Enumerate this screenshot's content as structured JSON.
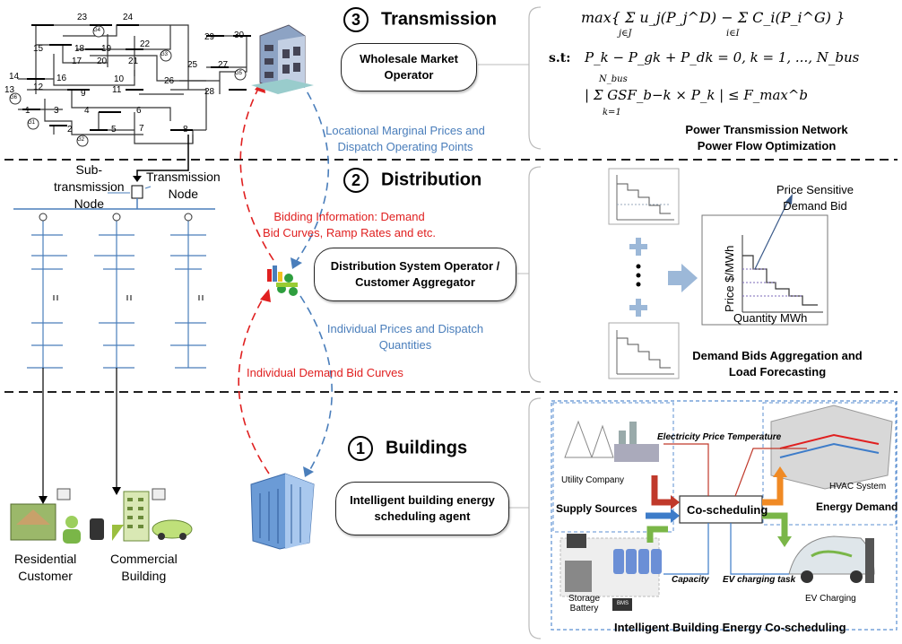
{
  "sections": {
    "transmission": {
      "num": "3",
      "title": "Transmission",
      "agent": "Wholesale  Market Operator",
      "opt_caption_1": "Power Transmission Network",
      "opt_caption_2": "Power Flow Optimization"
    },
    "distribution": {
      "num": "2",
      "title": "Distribution",
      "agent": "Distribution System Operator / Customer Aggregator",
      "agg_caption_1": "Demand Bids Aggregation and",
      "agg_caption_2": "Load Forecasting"
    },
    "buildings": {
      "num": "1",
      "title": "Buildings",
      "agent": "Intelligent building energy scheduling agent",
      "cosched_caption": "Intelligent Building Energy Co-scheduling"
    }
  },
  "flows": {
    "lmp_1": "Locational Marginal Prices and",
    "lmp_2": "Dispatch Operating Points",
    "bid_1": "Bidding Information: Demand",
    "bid_2": "Bid Curves, Ramp Rates and etc.",
    "indiv_1": "Individual Prices and Dispatch",
    "indiv_2": "Quantities",
    "demand_curves": "Individual Demand Bid Curves"
  },
  "equations": {
    "objective": "max{ Σ u_j(P_j^D) − Σ C_i(P_i^G) }",
    "obj_sub1": "j∈J",
    "obj_sub2": "i∈I",
    "st_label": "s.t:",
    "constraint1": "P_k − P_gk + P_dk = 0, k = 1, ..., N_bus",
    "constraint2": "| Σ GSF_b−k × P_k | ≤ F_max^b",
    "c2_sup": "N_bus",
    "c2_sub": "k=1"
  },
  "grid": {
    "subtransmission_1": "Sub-",
    "subtransmission_2": "transmission",
    "subtransmission_3": "Node",
    "transmission_node_1": "Transmission",
    "transmission_node_2": "Node",
    "residential_1": "Residential",
    "residential_2": "Customer",
    "commercial_1": "Commercial",
    "commercial_2": "Building",
    "bus_numbers": [
      "23",
      "24",
      "15",
      "18",
      "19",
      "22",
      "17",
      "20",
      "21",
      "16",
      "14",
      "13",
      "12",
      "11",
      "10",
      "9",
      "3",
      "4",
      "6",
      "7",
      "5",
      "1",
      "2",
      "8",
      "29",
      "30",
      "25",
      "27",
      "28",
      "26"
    ],
    "generators": [
      "G4",
      "G3",
      "G6",
      "G1",
      "G2",
      "G5"
    ]
  },
  "aggregation": {
    "price_sensitive_1": "Price Sensitive",
    "price_sensitive_2": "Demand Bid",
    "y_axis": "Price $/MWh",
    "x_axis": "Quantity MWh"
  },
  "cosched": {
    "utility": "Utility Company",
    "supply": "Supply Sources",
    "elec_price": "Electricity Price",
    "temperature": "Temperature",
    "center": "Co-scheduling",
    "hvac": "HVAC System",
    "energy_demand": "Energy Demand",
    "ev_charging": "EV Charging",
    "capacity": "Capacity",
    "ev_task": "EV charging task",
    "storage_1": "Storage",
    "storage_2": "Battery",
    "bms": "BMS"
  },
  "colors": {
    "blue_flow": "#4a7ebb",
    "red_flow": "#e02020",
    "orange": "#f08a24",
    "green": "#7ab648",
    "dark_red": "#c0392b",
    "arrow_blue": "#3d7cc9"
  }
}
